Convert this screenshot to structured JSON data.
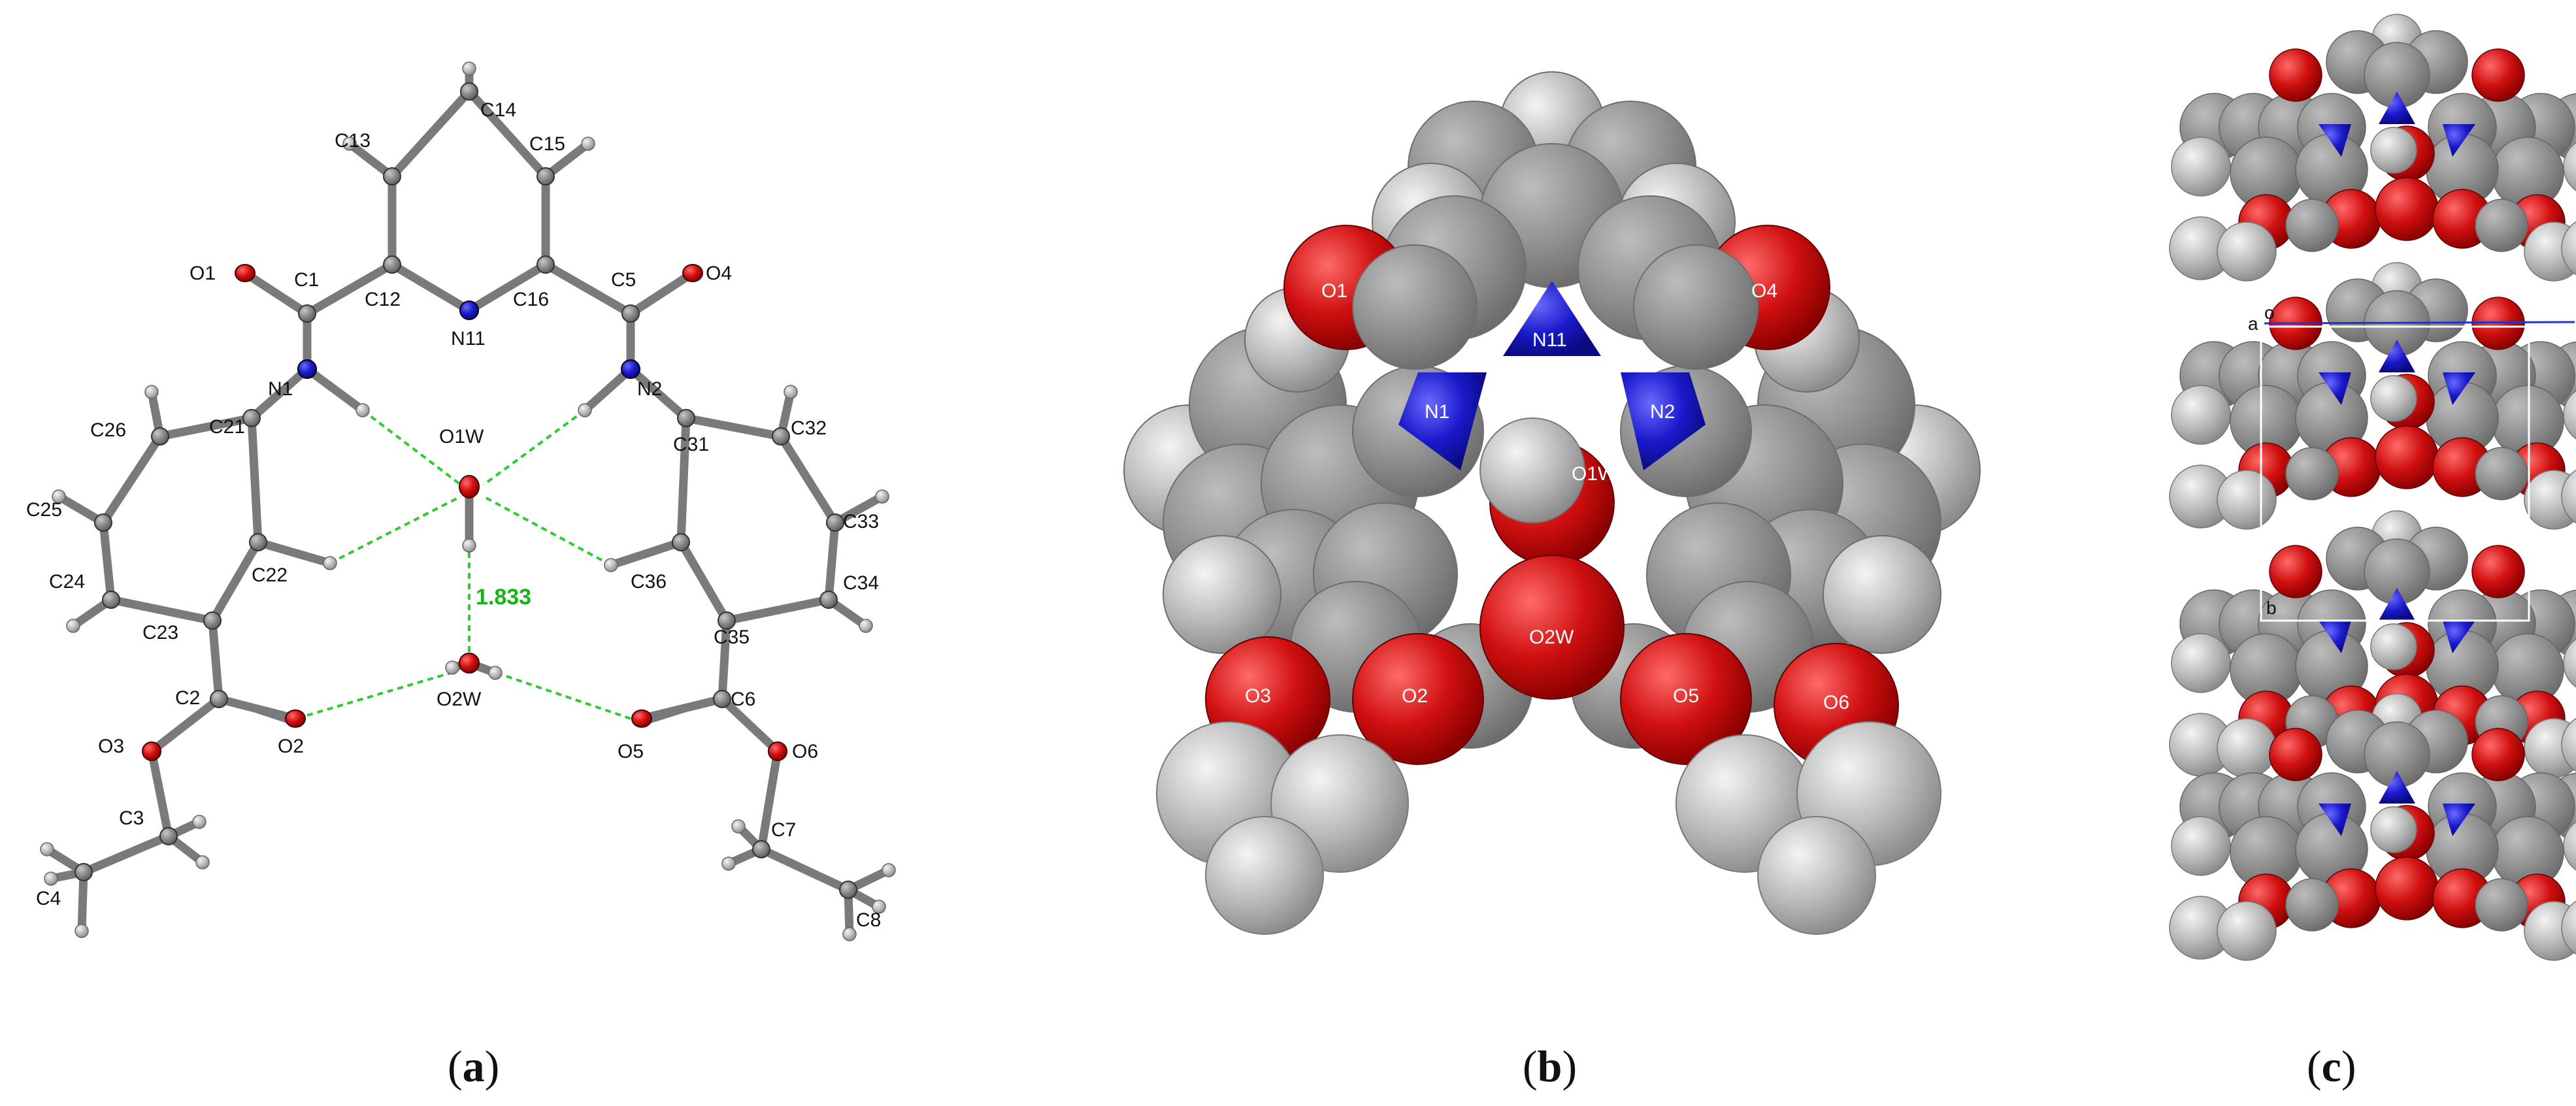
{
  "panel_a": {
    "atom_labels": [
      "C14",
      "C13",
      "C15",
      "O1",
      "C1",
      "C12",
      "C16",
      "C5",
      "O4",
      "N11",
      "N1",
      "N2",
      "O1W",
      "C26",
      "C21",
      "C31",
      "C32",
      "C25",
      "C33",
      "C22",
      "C36",
      "C24",
      "C34",
      "C23",
      "C35",
      "C2",
      "O2W",
      "C6",
      "O3",
      "O2",
      "O5",
      "O6",
      "C3",
      "C7",
      "C4",
      "C8"
    ],
    "hbond_distance": "1.833",
    "caption_letter": "a"
  },
  "panel_b": {
    "atom_labels": [
      "O1",
      "N11",
      "O4",
      "N1",
      "N2",
      "O1W",
      "O3",
      "O2",
      "O2W",
      "O5",
      "O6"
    ],
    "caption_letter": "b"
  },
  "panel_c": {
    "axis_labels": [
      "a",
      "o",
      "b"
    ],
    "caption_letter": "c"
  },
  "colors": {
    "carbon": "#8a8a8a",
    "oxygen": "#d01010",
    "nitrogen": "#1a1acc",
    "hydrogen": "#d6d6d6",
    "hbond": "#2ecc2e",
    "bond": "#7d7d7d"
  },
  "caption_parens": {
    "open": "(",
    "close": ")"
  }
}
